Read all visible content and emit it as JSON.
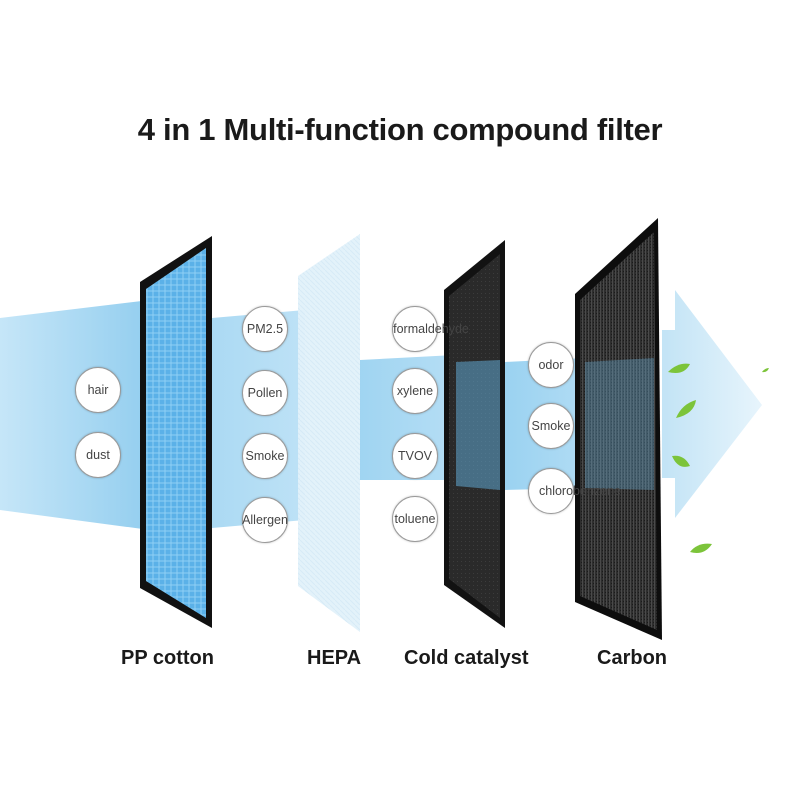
{
  "title": "4 in 1 Multi-function compound filter",
  "layers": {
    "pp_cotton": "PP cotton",
    "hepa": "HEPA",
    "cold_catalyst": "Cold catalyst",
    "carbon": "Carbon"
  },
  "pollutants": {
    "hair": "hair",
    "dust": "dust",
    "pm25": "PM2.5",
    "pollen": "Pollen",
    "smoke_1": "Smoke",
    "allergen": "Allergen",
    "formaldehyde": "formaldehyde",
    "xylene": "xylene",
    "tvov": "TVOV",
    "toluene": "toluene",
    "odor": "odor",
    "smoke_2": "Smoke",
    "chlorobenzene": "chlorobenzene"
  },
  "colors": {
    "airflow": "#7ec6ee",
    "pp_mesh": "#5fb0e6",
    "frame": "#141414",
    "carbon": "#2b2b2b",
    "leaf": "#7cc43a"
  }
}
